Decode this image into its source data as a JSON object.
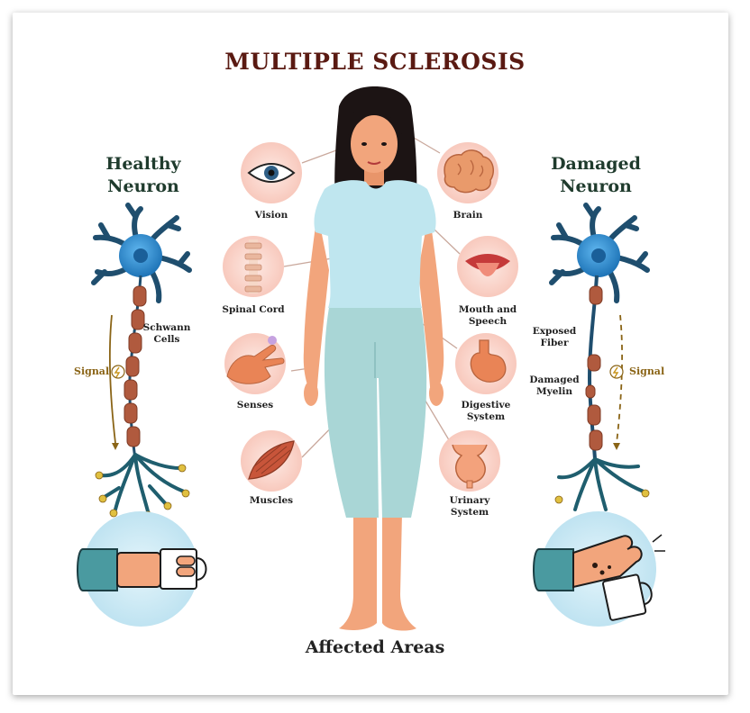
{
  "title": "MULTIPLE SCLEROSIS",
  "footer": "Affected Areas",
  "healthy": {
    "heading_line1": "Healthy",
    "heading_line2": "Neuron",
    "schwann_line1": "Schwann",
    "schwann_line2": "Cells",
    "signal": "Signal"
  },
  "damaged": {
    "heading_line1": "Damaged",
    "heading_line2": "Neuron",
    "exposed_line1": "Exposed",
    "exposed_line2": "Fiber",
    "myelin_line1": "Damaged",
    "myelin_line2": "Myelin",
    "signal": "Signal"
  },
  "areas": {
    "vision": "Vision",
    "brain": "Brain",
    "spinal_cord": "Spinal Cord",
    "mouth_line1": "Mouth and",
    "mouth_line2": "Speech",
    "senses": "Senses",
    "digestive_line1": "Digestive",
    "digestive_line2": "System",
    "muscles": "Muscles",
    "urinary_line1": "Urinary",
    "urinary_line2": "System"
  },
  "colors": {
    "title": "#5a1a12",
    "neuron": "#2b8ccf",
    "dendrite": "#1f4e6e",
    "myelin": "#b05a3e",
    "skin": "#f2a57c",
    "shirt": "#bfe6ef",
    "pants": "#a9d6d6",
    "hair": "#1c1414",
    "icon_bg": "#fbd9d0",
    "signal": "#8a6416"
  },
  "icons": [
    "eye-icon",
    "brain-icon",
    "spine-icon",
    "mouth-icon",
    "hand-icon",
    "stomach-icon",
    "muscle-icon",
    "bladder-icon",
    "neuron-icon",
    "hand-holding-mug-icon",
    "hand-dropping-mug-icon",
    "lightning-icon"
  ]
}
